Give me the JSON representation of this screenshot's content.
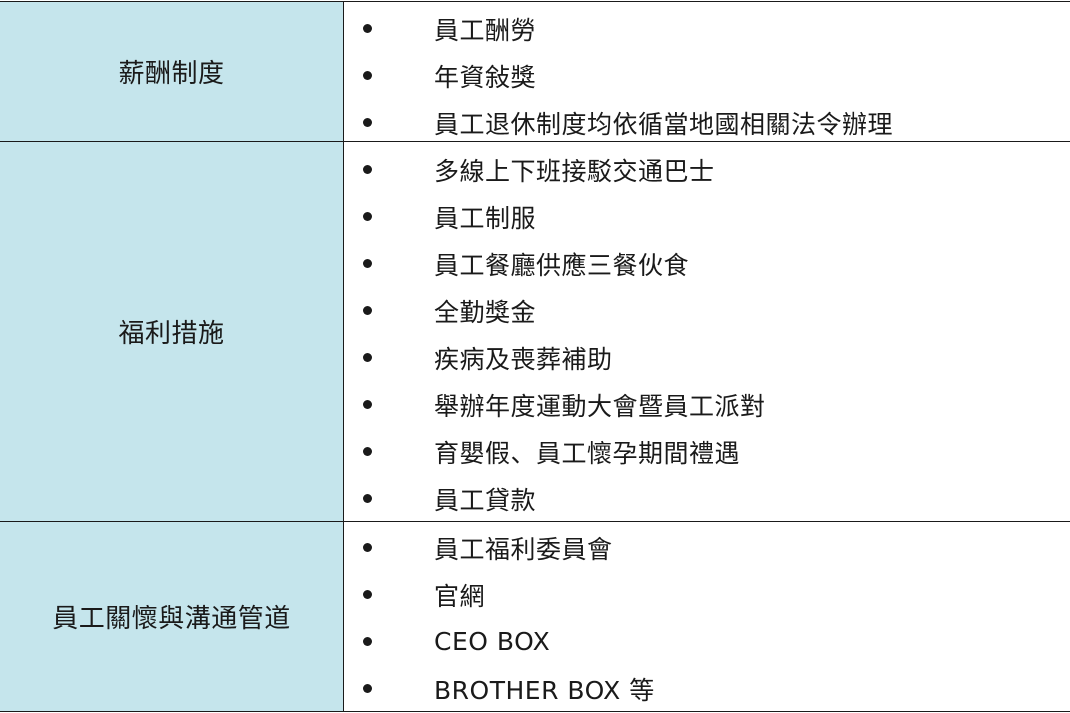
{
  "sections": [
    {
      "category": "薪酬制度",
      "items": [
        "員工酬勞",
        "年資敍獎",
        "員工退休制度均依循當地國相關法令辦理"
      ]
    },
    {
      "category": "福利措施",
      "items": [
        "多線上下班接駁交通巴士",
        "員工制服",
        "員工餐廳供應三餐伙食",
        "全勤獎金",
        "疾病及喪葬補助",
        "舉辦年度運動大會暨員工派對",
        "育嬰假、員工懷孕期間禮遇",
        "員工貸款"
      ]
    },
    {
      "category": "員工關懷與溝通管道",
      "items": [
        "員工福利委員會",
        "官網",
        "CEO BOX",
        "BROTHER BOX 等"
      ]
    }
  ],
  "colors": {
    "category_background": "#c5e5ec",
    "text": "#1a1a1a",
    "border": "#1a1a1a"
  }
}
